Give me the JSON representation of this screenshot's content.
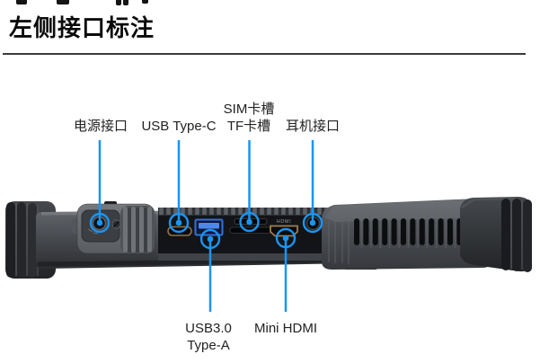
{
  "title": "左侧接口标注",
  "accent_color": "#1b95f2",
  "device": {
    "hdmi_marking": "HDMI"
  },
  "callouts": {
    "power": {
      "label": "电源接口"
    },
    "usb_type_c": {
      "label": "USB Type-C"
    },
    "sim_tf": {
      "line1": "SIM卡槽",
      "line2": "TF卡槽"
    },
    "headphone": {
      "label": "耳机接口"
    },
    "usb3_type_a": {
      "line1": "USB3.0",
      "line2": "Type-A"
    },
    "mini_hdmi": {
      "label": "Mini HDMI"
    }
  }
}
